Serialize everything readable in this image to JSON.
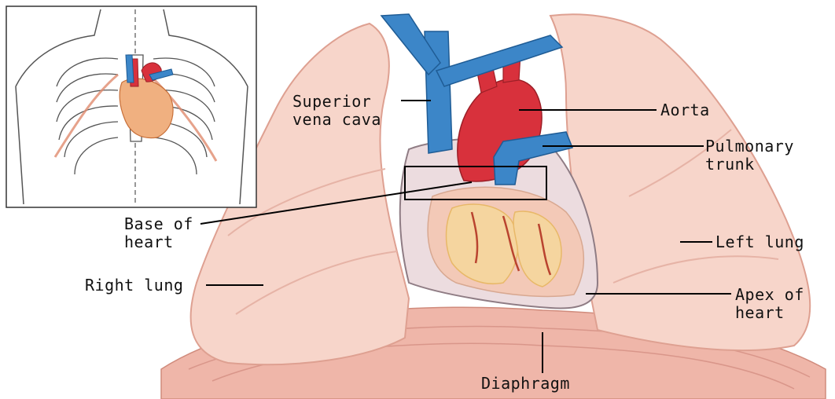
{
  "labels": {
    "superior_vena_cava": "Superior\nvena cava",
    "aorta": "Aorta",
    "pulmonary_trunk": "Pulmonary\ntrunk",
    "base_of_heart": "Base of\nheart",
    "left_lung": "Left lung",
    "right_lung": "Right lung",
    "apex_of_heart": "Apex of\nheart",
    "diaphragm": "Diaphragm"
  },
  "colors": {
    "lung": "#f6d3c8",
    "lung_edge": "#e2a594",
    "diaphragm": "#eeb2a6",
    "vein": "#3c86c8",
    "artery": "#d8313c",
    "heart_fat": "#f4d29a",
    "pericardium": "#e9d6da"
  }
}
